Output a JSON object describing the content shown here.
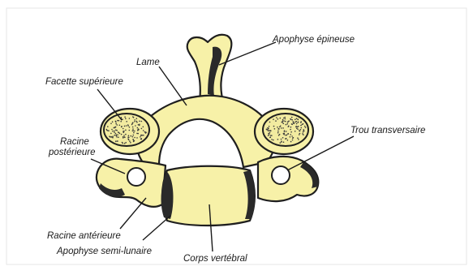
{
  "labels": {
    "apophyse_epineuse": "Apophyse épineuse",
    "lame": "Lame",
    "facette_superieure": "Facette supérieure",
    "racine_posterieure_l1": "Racine",
    "racine_posterieure_l2": "postérieure",
    "trou_transversaire": "Trou transversaire",
    "racine_anterieure": "Racine antérieure",
    "apophyse_semi_lunaire": "Apophyse semi-lunaire",
    "corps_vertebral": "Corps vertébral"
  }
}
